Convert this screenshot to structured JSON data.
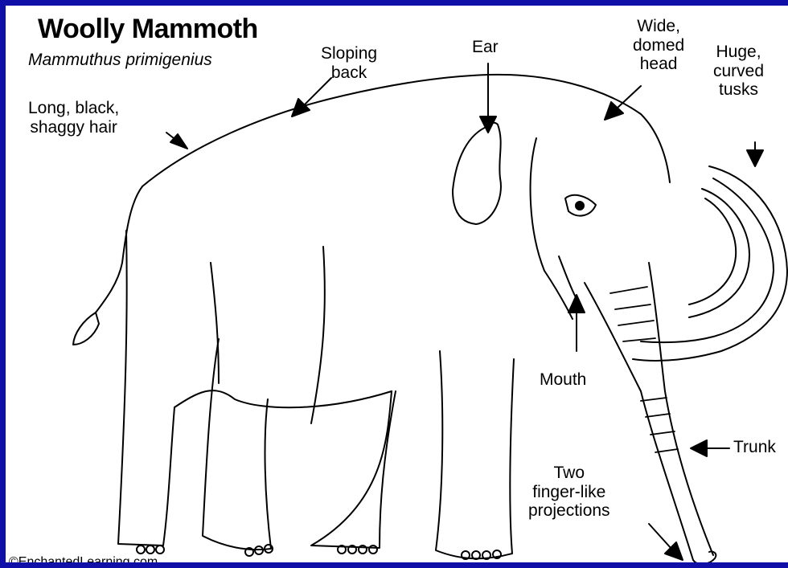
{
  "title": "Woolly Mammoth",
  "subtitle": "Mammuthus primigenius",
  "labels": {
    "hair": "Long, black,\nshaggy hair",
    "back": "Sloping\nback",
    "ear": "Ear",
    "head": "Wide,\ndomed\nhead",
    "tusks": "Huge,\ncurved\ntusks",
    "mouth": "Mouth",
    "trunk": "Trunk",
    "fingers": "Two\nfinger-like\nprojections"
  },
  "copyright": "©EnchantedLearning.com",
  "colors": {
    "frame": "#1010a8",
    "background": "#ffffff",
    "ink": "#000000"
  }
}
